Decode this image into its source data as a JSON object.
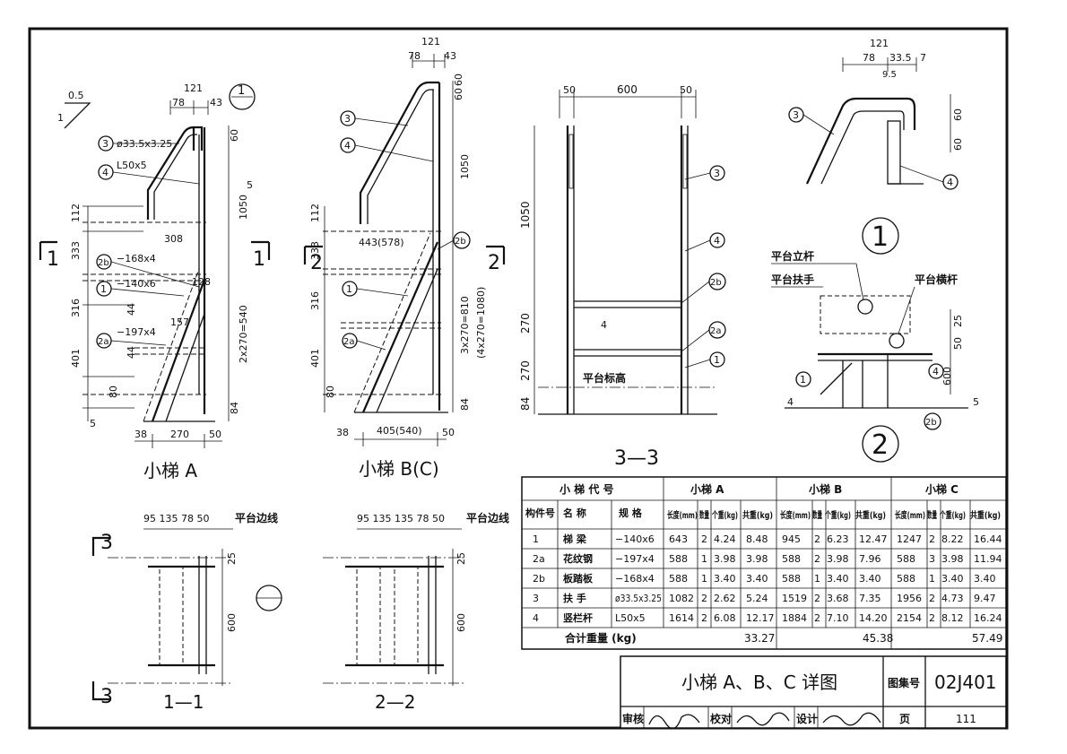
{
  "drawing": {
    "title": "小梯 A、B、C 详图",
    "atlas_label": "图集号",
    "atlas_no": "02J401",
    "page_label": "页",
    "page_no": "111",
    "review_label": "审核",
    "check_label": "校对",
    "design_label": "设计"
  },
  "views": {
    "ladder_a": "小梯 A",
    "ladder_bc": "小梯 B(C)",
    "section_11": "1—1",
    "section_22": "2—2",
    "section_33": "3—3",
    "detail1": "1",
    "detail2": "2"
  },
  "labels": {
    "p3": "3",
    "p4": "4",
    "p1": "1",
    "p2a": "2a",
    "p2b": "2b",
    "pipe": "ø33.5x3.25",
    "angle": "L50x5",
    "plate168": "−168x4",
    "plate140": "−140x6",
    "plate197": "−197x4",
    "slope_run": "0.5",
    "slope_rise": "1",
    "platform_edge": "平台边线",
    "platform_level": "平台标高",
    "platform_post": "平台立杆",
    "platform_handrail": "平台扶手",
    "platform_rail": "平台横杆",
    "sec_mark1": "1",
    "sec_mark2": "2",
    "sec_mark3": "3",
    "weld4": "4",
    "weld5": "5"
  },
  "dims": {
    "d121": "121",
    "d78": "78",
    "d43": "43",
    "d60": "60",
    "d1050": "1050",
    "d112": "112",
    "d333": "333",
    "d316": "316",
    "d401": "401",
    "d80": "80",
    "d84": "84",
    "d308": "308",
    "d128": "128",
    "d157": "157",
    "d44": "44",
    "d2x270": "2x270=540",
    "d38": "38",
    "d270": "270",
    "d50": "50",
    "d443": "443(578)",
    "d405": "405(540)",
    "d3x270": "3x270=810",
    "d4x270": "(4x270=1080)",
    "d600": "600",
    "d335": "33.5",
    "d7": "7",
    "d95": "9.5",
    "d25": "25",
    "top_dims": "95 135 78 50",
    "top_dims2": "95 135 135 78 50"
  },
  "table": {
    "header_code": "小 梯 代 号",
    "group_a": "小梯 A",
    "group_b": "小梯 B",
    "group_c": "小梯 C",
    "col_part": "构件号",
    "col_name": "名 称",
    "col_spec": "规 格",
    "col_len": "长度(mm)",
    "col_qty": "数量",
    "col_unit": "个重(kg)",
    "col_total": "共重(kg)",
    "rows": [
      {
        "no": "1",
        "name": "梯 梁",
        "spec": "−140x6",
        "a": [
          "643",
          "2",
          "4.24",
          "8.48"
        ],
        "b": [
          "945",
          "2",
          "6.23",
          "12.47"
        ],
        "c": [
          "1247",
          "2",
          "8.22",
          "16.44"
        ]
      },
      {
        "no": "2a",
        "name": "花纹钢",
        "spec": "−197x4",
        "a": [
          "588",
          "1",
          "3.98",
          "3.98"
        ],
        "b": [
          "588",
          "2",
          "3.98",
          "7.96"
        ],
        "c": [
          "588",
          "3",
          "3.98",
          "11.94"
        ]
      },
      {
        "no": "2b",
        "name": "板踏板",
        "spec": "−168x4",
        "a": [
          "588",
          "1",
          "3.40",
          "3.40"
        ],
        "b": [
          "588",
          "1",
          "3.40",
          "3.40"
        ],
        "c": [
          "588",
          "1",
          "3.40",
          "3.40"
        ]
      },
      {
        "no": "3",
        "name": "扶 手",
        "spec": "ø33.5x3.25",
        "a": [
          "1082",
          "2",
          "2.62",
          "5.24"
        ],
        "b": [
          "1519",
          "2",
          "3.68",
          "7.35"
        ],
        "c": [
          "1956",
          "2",
          "4.73",
          "9.47"
        ]
      },
      {
        "no": "4",
        "name": "竖栏杆",
        "spec": "L50x5",
        "a": [
          "1614",
          "2",
          "6.08",
          "12.17"
        ],
        "b": [
          "1884",
          "2",
          "7.10",
          "14.20"
        ],
        "c": [
          "2154",
          "2",
          "8.12",
          "16.24"
        ]
      }
    ],
    "total_label": "合计重量 (kg)",
    "total_a": "33.27",
    "total_b": "45.38",
    "total_c": "57.49"
  }
}
